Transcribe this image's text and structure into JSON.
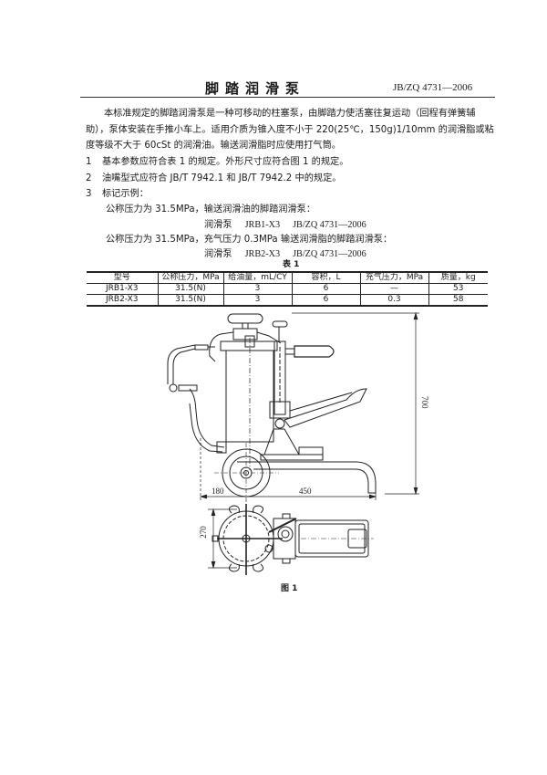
{
  "header": {
    "title": "脚踏润滑泵",
    "standard_number": "JB/ZQ 4731—2006"
  },
  "body": {
    "intro": "本标准规定的脚踏润滑泵是一种可移动的柱塞泵，由脚踏力使活塞往复运动（回程有弹簧辅助），泵体安装在手推小车上。适用介质为锥入度不小于 220(25℃，150g)1/10mm 的润滑脂或粘度等级不大于 60cSt 的润滑油。输送润滑脂时应使用打气筒。",
    "items": [
      {
        "num": "1",
        "text": "基本参数应符合表 1 的规定。外形尺寸应符合图 1 的规定。"
      },
      {
        "num": "2",
        "text": "油嘴型式应符合 JB/T 7942.1 和 JB/T 7942.2 中的规定。"
      },
      {
        "num": "3",
        "text": "标记示例："
      }
    ],
    "examples": [
      {
        "desc": "公称压力为 31.5MPa，输送润滑油的脚踏润滑泵：",
        "name": "润滑泵",
        "model": "JRB1-X3",
        "standard": "JB/ZQ 4731—2006"
      },
      {
        "desc": "公称压力为 31.5MPa，充气压力 0.3MPa 输送润滑脂的脚踏润滑泵：",
        "name": "润滑泵",
        "model": "JRB2-X3",
        "standard": "JB/ZQ 4731—2006"
      }
    ]
  },
  "table": {
    "caption": "表 1",
    "columns": [
      "型号",
      "公称压力，MPa",
      "给油量，mL/CY",
      "容积，L",
      "充气压力，MPa",
      "质量，kg"
    ],
    "rows": [
      [
        "JRB1-X3",
        "31.5(N)",
        "3",
        "6",
        "—",
        "53"
      ],
      [
        "JRB2-X3",
        "31.5(N)",
        "3",
        "6",
        "0.3",
        "58"
      ]
    ]
  },
  "figure": {
    "caption": "图 1",
    "dimensions": {
      "height": "700",
      "rear_offset": "180",
      "length": "450",
      "width": "270"
    }
  }
}
